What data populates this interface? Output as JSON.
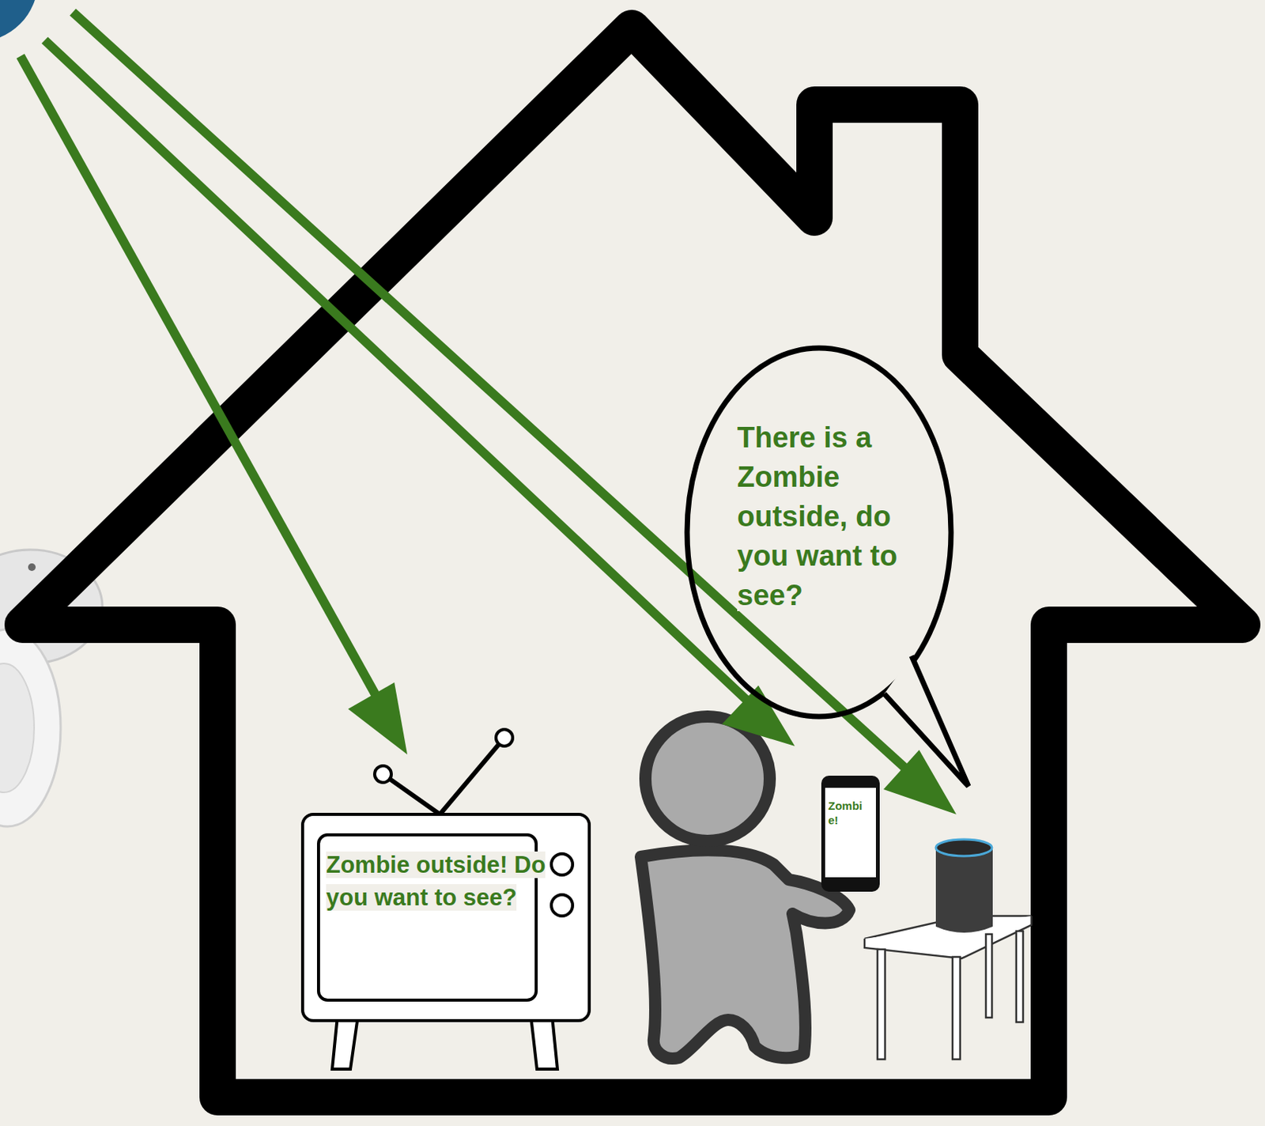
{
  "diagram": {
    "nodes": [
      {
        "text": [
          "There is a Zombie outside, do you want to see?"
        ]
      },
      {
        "text": [
          "Zombie outside! Do you want to see?"
        ]
      },
      {
        "text": [
          "Zombie!"
        ]
      }
    ]
  }
}
